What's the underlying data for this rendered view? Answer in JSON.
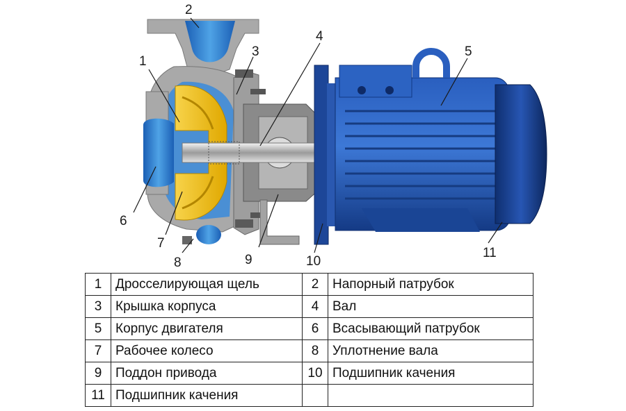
{
  "callouts": [
    "1",
    "2",
    "3",
    "4",
    "5",
    "6",
    "7",
    "8",
    "9",
    "10",
    "11"
  ],
  "legend": [
    {
      "n1": "1",
      "t1": "Дросселирующая щель",
      "n2": "2",
      "t2": "Напорный патрубок"
    },
    {
      "n1": "3",
      "t1": "Крышка корпуса",
      "n2": "4",
      "t2": "Вал"
    },
    {
      "n1": "5",
      "t1": "Корпус двигателя",
      "n2": "6",
      "t2": "Всасывающий патрубок"
    },
    {
      "n1": "7",
      "t1": "Рабочее колесо",
      "n2": "8",
      "t2": "Уплотнение вала"
    },
    {
      "n1": "9",
      "t1": "Поддон привода",
      "n2": "10",
      "t2": "Подшипник качения"
    },
    {
      "n1": "11",
      "t1": "Подшипник качения",
      "n2": "",
      "t2": ""
    }
  ],
  "colors": {
    "housing_gray": "#a9a9a9",
    "housing_dark": "#6e6e6e",
    "fluid_blue": "#2f86cf",
    "impeller_yellow": "#f2c21b",
    "motor_blue": "#1f4fa8",
    "motor_dark": "#163b80",
    "shaft_silver": "#d4d4d4"
  }
}
